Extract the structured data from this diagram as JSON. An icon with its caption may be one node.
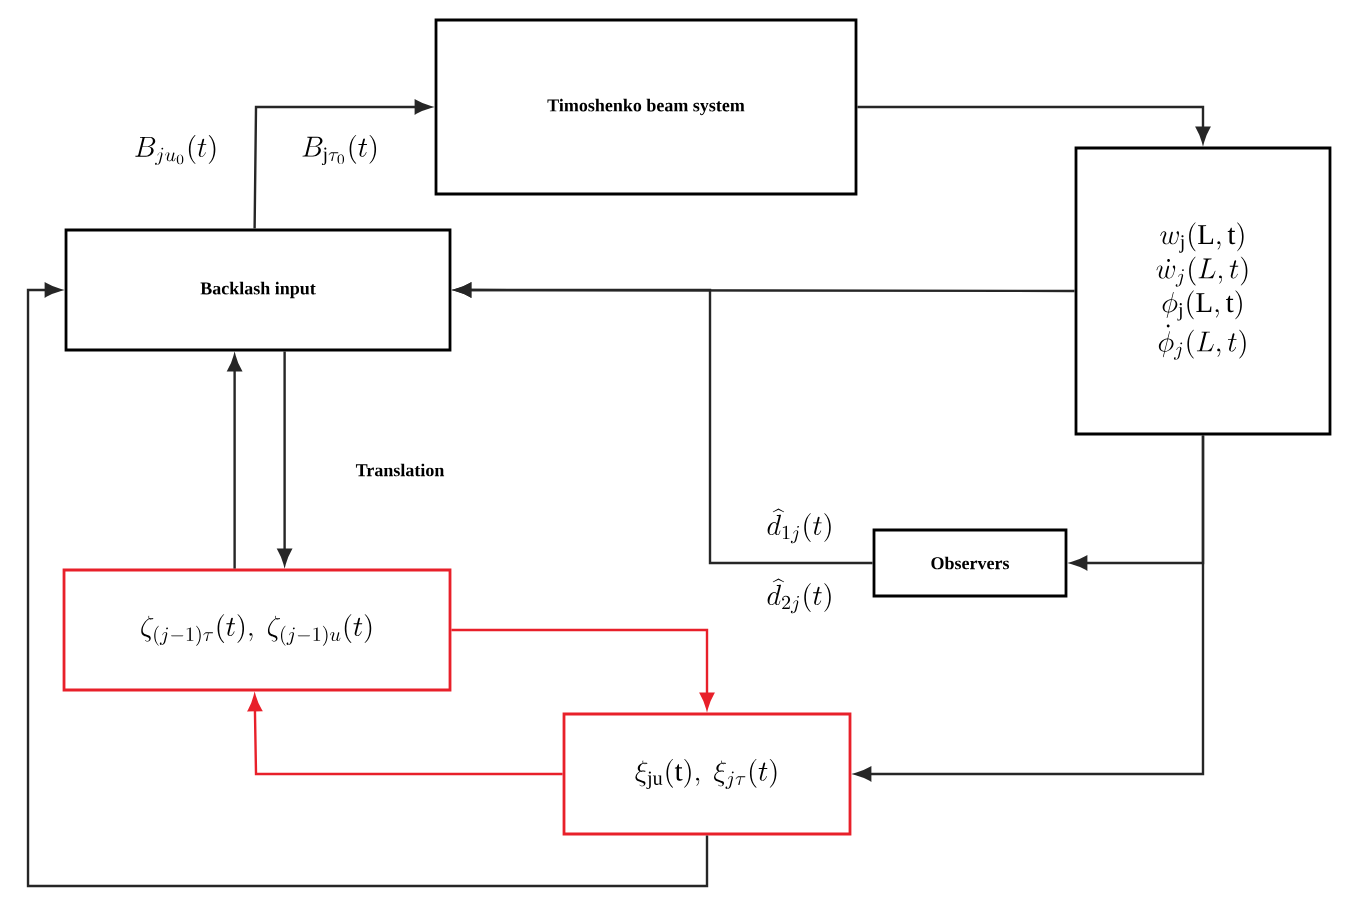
{
  "diagram": {
    "nodes": [
      {
        "text": [
          "Timoshenko beam system"
        ]
      },
      {
        "text": [
          "Backlash input"
        ]
      },
      {
        "text": [
          "w_{\\mathrm{j}}(\\mathrm{L,t})",
          "\\dot{w}_j(L,t)",
          "\\phi_{\\mathrm{j}}(\\mathrm{L,t})",
          "\\dot{\\phi}_j(L,t)"
        ]
      },
      {
        "text": [
          "Observers"
        ]
      },
      {
        "text": [
          "\\zeta_{(j-1)\\tau}(t),\\ \\zeta_{(j-1)u}(t)"
        ]
      },
      {
        "text": [
          "\\xi_{\\mathrm{ju}}(\\mathrm{t}),\\ \\xi_{j\\tau}(t)"
        ]
      }
    ],
    "edges": [
      {
        "from": 1,
        "to": 0,
        "arrow": "to"
      },
      {
        "from": 0,
        "to": 2,
        "arrow": "to"
      },
      {
        "from": 2,
        "to": 1,
        "arrow": "to"
      },
      {
        "from": 2,
        "to": 3,
        "arrow": "to"
      },
      {
        "from": 3,
        "to": 1,
        "arrow": "to"
      },
      {
        "from": 2,
        "to": 5,
        "arrow": "to"
      },
      {
        "from": 4,
        "to": 1,
        "arrow": "to"
      },
      {
        "from": 1,
        "to": 4,
        "arrow": "to"
      },
      {
        "from": 4,
        "to": 5,
        "arrow": "to",
        "color": "#e8202a"
      },
      {
        "from": 5,
        "to": 4,
        "arrow": "to",
        "color": "#e8202a"
      },
      {
        "from": 5,
        "to": 1,
        "arrow": "to"
      }
    ],
    "labels": [
      "B_{ju_0}(t)",
      "B_{\\mathrm{j}\\tau_0}(t)",
      "Translation",
      "\\widehat{d}_{1j}(t)",
      "\\widehat{d}_{2j}(t)"
    ]
  }
}
